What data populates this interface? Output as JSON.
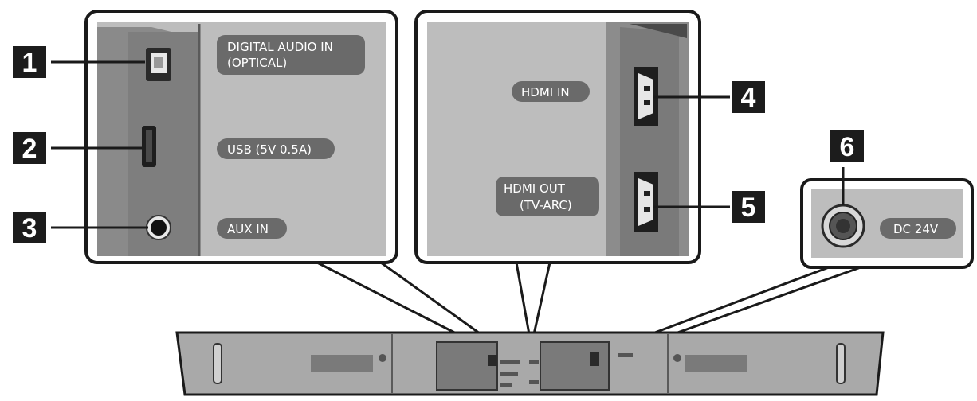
{
  "callouts": [
    {
      "number": "1",
      "label_line1": "DIGITAL AUDIO IN",
      "label_line2": "(OPTICAL)"
    },
    {
      "number": "2",
      "label": "USB (5V 0.5A)"
    },
    {
      "number": "3",
      "label": "AUX IN"
    },
    {
      "number": "4",
      "label": "HDMI IN"
    },
    {
      "number": "5",
      "label_line1": "HDMI OUT",
      "label_line2": "(TV-ARC)"
    },
    {
      "number": "6",
      "label": "DC 24V"
    }
  ],
  "colors": {
    "panel": "#bdbdbd",
    "panel_dark": "#7e7e7e",
    "outline": "#1a1a1a",
    "label_pill": "#6a6a6a",
    "badge": "#1c1c1c",
    "bar_body": "#a9a9a9"
  }
}
